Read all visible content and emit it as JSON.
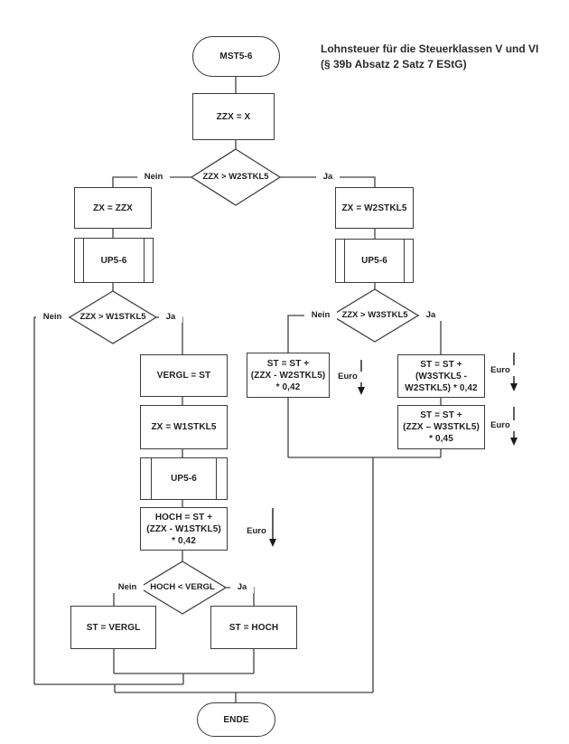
{
  "title": {
    "line1": "Lohnsteuer für die Steuerklassen V und VI",
    "line2": "(§ 39b Absatz 2 Satz 7 EStG)"
  },
  "labels": {
    "nein": "Nein",
    "ja": "Ja",
    "euro": "Euro"
  },
  "nodes": {
    "start": {
      "label": "MST5-6"
    },
    "assign_zzx": {
      "label": "ZZX = X"
    },
    "dec_w2stkl5": {
      "label": "ZZX > W2STKL5"
    },
    "assign_zx_zzx": {
      "label": "ZX = ZZX"
    },
    "assign_zx_w2": {
      "label": "ZX = W2STKL5"
    },
    "up56_left": {
      "label": "UP5-6"
    },
    "up56_right": {
      "label": "UP5-6"
    },
    "dec_w1stkl5": {
      "label": "ZZX > W1STKL5"
    },
    "dec_w3stkl5": {
      "label": "ZZX > W3STKL5"
    },
    "assign_vergl": {
      "label": "VERGL = ST"
    },
    "assign_zx_w1": {
      "label": "ZX = W1STKL5"
    },
    "up56_mid": {
      "label": "UP5-6"
    },
    "calc_hoch": {
      "label": "HOCH = ST +\n(ZZX - W1STKL5)\n*  0,42"
    },
    "calc_st_w2": {
      "label": "ST = ST +\n(ZZX - W2STKL5)\n* 0,42"
    },
    "calc_st_w3w2": {
      "label": "ST = ST +\n(W3STKL5 -\nW2STKL5) * 0,42"
    },
    "calc_st_w3": {
      "label": "ST = ST +\n(ZZX – W3STKL5)\n* 0,45"
    },
    "dec_hoch_vergl": {
      "label": "HOCH < VERGL"
    },
    "assign_st_vergl": {
      "label": "ST = VERGL"
    },
    "assign_st_hoch": {
      "label": "ST = HOCH"
    },
    "end": {
      "label": "ENDE"
    }
  }
}
